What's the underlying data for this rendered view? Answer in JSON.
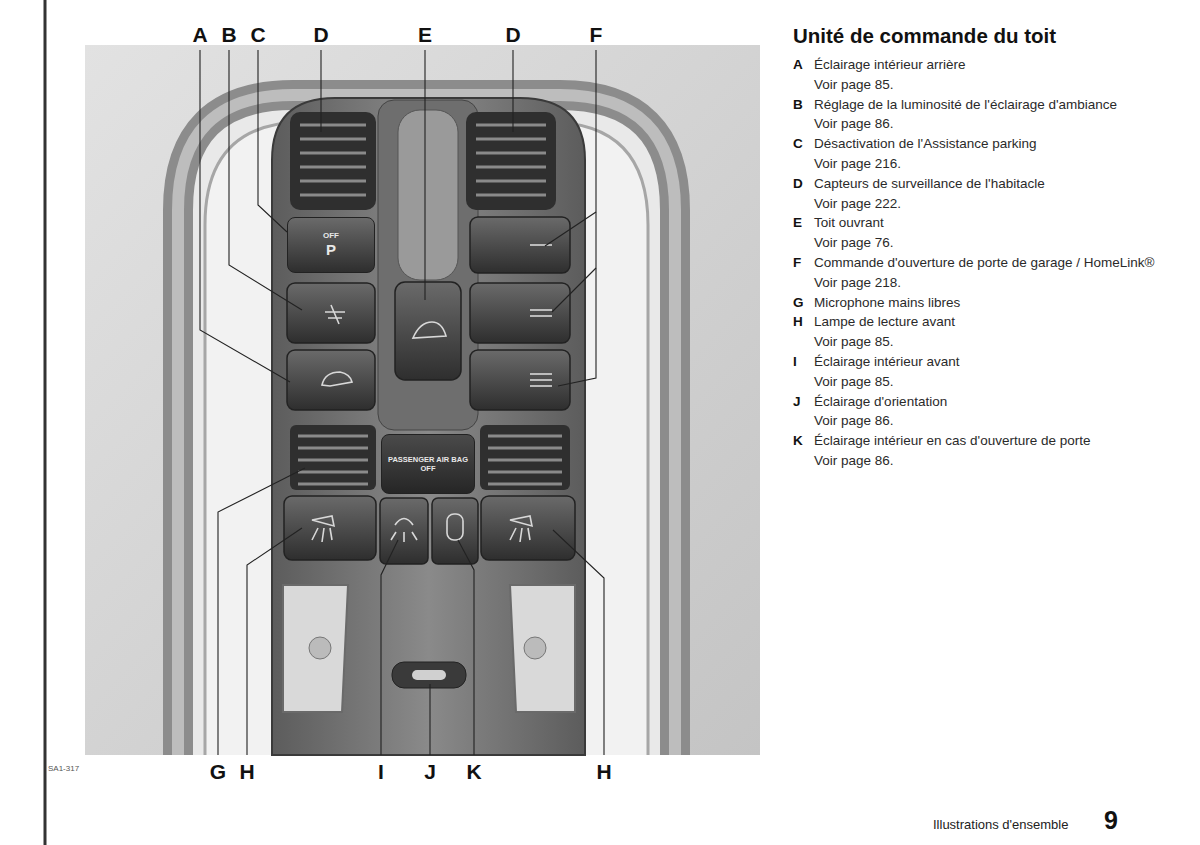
{
  "diagram": {
    "title": "Unité de commande du toit",
    "nodes": [
      {
        "text": [
          "OFF",
          "P"
        ]
      },
      {
        "text": [
          "PASSENGER AIR BAG OFF"
        ]
      }
    ],
    "labels": [
      "A",
      "B",
      "C",
      "D",
      "E",
      "D",
      "F",
      "G",
      "H",
      "I",
      "J",
      "K",
      "H",
      "SA1-317",
      "A",
      "Éclairage intérieur arrière",
      "Voir page 85.",
      "B",
      "Réglage de la luminosité de l'éclairage d'ambiance",
      "Voir page 86.",
      "C",
      "Désactivation de l'Assistance parking",
      "Voir page 216.",
      "D",
      "Capteurs de surveillance de l'habitacle",
      "Voir page 222.",
      "E",
      "Toit ouvrant",
      "Voir page 76.",
      "F",
      "Commande d'ouverture de porte de garage / HomeLink®",
      "Voir page 218.",
      "G",
      "Microphone mains libres",
      "H",
      "Lampe de lecture avant",
      "Voir page 85.",
      "I",
      "Éclairage intérieur avant",
      "Voir page 85.",
      "J",
      "Éclairage d'orientation",
      "Voir page 86.",
      "K",
      "Éclairage intérieur en cas d'ouverture de porte",
      "Voir page 86.",
      "Illustrations d'ensemble",
      "9"
    ]
  }
}
